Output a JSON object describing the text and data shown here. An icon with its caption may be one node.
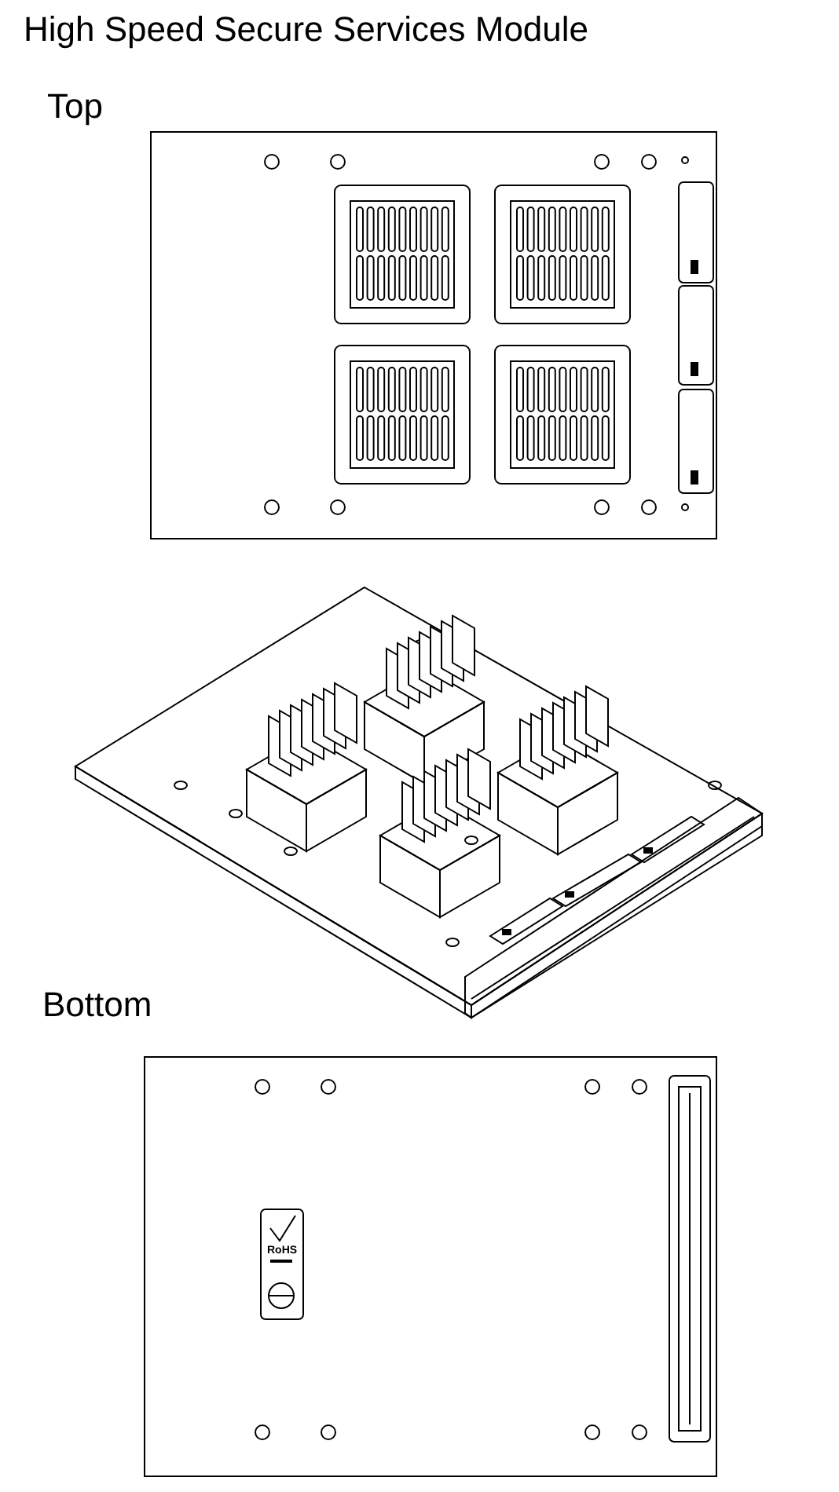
{
  "diagram": {
    "title": "High Speed Secure Services Module",
    "labels": [
      "Top",
      "Bottom",
      "RoHS"
    ]
  }
}
